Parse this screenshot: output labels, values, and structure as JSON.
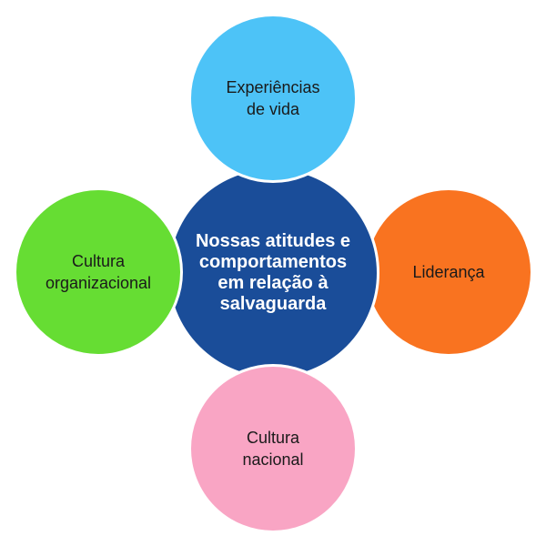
{
  "diagram": {
    "center": {
      "label": "Nossas atitudes e\ncomportamentos\nem relação à\nsalvaguarda",
      "color": "#1a4d99"
    },
    "nodes": [
      {
        "id": "top",
        "label": "Experiências\nde vida",
        "color": "#4dc3f7"
      },
      {
        "id": "right",
        "label": "Liderança",
        "color": "#f97320"
      },
      {
        "id": "bottom",
        "label": "Cultura\nnacional",
        "color": "#f9a5c4"
      },
      {
        "id": "left",
        "label": "Cultura\norganizacional",
        "color": "#66dd33"
      }
    ]
  }
}
